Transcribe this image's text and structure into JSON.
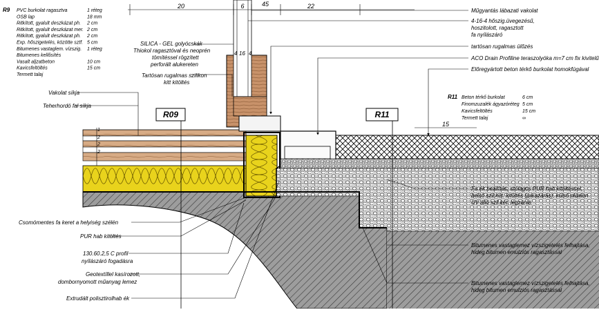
{
  "r9_legend": {
    "code": "R9",
    "rows": [
      {
        "name": "PVC burkolat ragasztva",
        "value": "1 réteg"
      },
      {
        "name": "OSB lap",
        "value": "18 mm"
      },
      {
        "name": "Ritkított, gyalult deszkázat ph.",
        "value": "2 cm"
      },
      {
        "name": "Ritkított, gyalult deszkázat mer.",
        "value": "2 cm"
      },
      {
        "name": "Ritkított, gyalult deszkázat ph.",
        "value": "2 cm"
      },
      {
        "name": "Exp. hőszigetelés, közötte sztf.",
        "value": "5 cm"
      },
      {
        "name": "Bitumenes vastaglem. vízszig.",
        "value": "1 réteg"
      },
      {
        "name": "Bitumenes kellősítés",
        "value": ""
      },
      {
        "name": "Vasalt aljzatbeton",
        "value": "10 cm"
      },
      {
        "name": "Kavicsfeltöltés",
        "value": "15 cm"
      },
      {
        "name": "Termett talaj",
        "value": ""
      }
    ]
  },
  "r11_legend": {
    "code": "R11",
    "rows": [
      {
        "name": "Beton térkő burkolat",
        "value": "6 cm"
      },
      {
        "name": "Finomzuzalék ágyazóréteg",
        "value": "5 cm"
      },
      {
        "name": "Kavicsfeltöltés",
        "value": "15 cm"
      },
      {
        "name": "Termett talaj",
        "value": "∞"
      }
    ]
  },
  "section_tags": {
    "r09": "R09",
    "r11": "R11"
  },
  "dimensions": {
    "d20": "20",
    "d6": "6",
    "d45": "45",
    "d22": "22",
    "d4a": "4",
    "d16": "16",
    "d4b": "4",
    "d15": "15",
    "d2a": "2",
    "d2b": "2",
    "d2c": "2",
    "d1": "1"
  },
  "labels": {
    "silica_gel": "SILICA - GEL golyócskák",
    "thiokol": "Thiokol ragasztóval és neoprén",
    "tomites": "tömítéssel rögzített",
    "perforalt": "perforált alukereten",
    "tartosan_szilikon": "Tartósan rugalmas szilikon",
    "kitt_kitoltes": "kitt kitöltés",
    "vakolat_sikja": "Vakolat síkja",
    "teherhordo": "Teherhordó fal síkja",
    "csomomentes": "Csomómentes fa keret a helyiség szélén",
    "pur_hab": "PUR hab kitöltés",
    "profil_130": "130.60.2,5 C profil",
    "nyilaszaro_fogadasra": "nyílászáró fogadásra",
    "geotextil": "Geotextíllel kasírozott,",
    "dombornyomott": "dombornyomott műanyag lemez",
    "extrudalt": "Extrudált polisztirolhab ék"
  },
  "right_labels": {
    "mugyantas": "Műgyantás lábazati vakolat",
    "uveg_1": "4-16-4 hőszig.üvegezésű,",
    "uveg_2": "hoszitolott, ragasztott",
    "uveg_3": "fa nyílászáró",
    "tartosan_ulo": "tartósan rugalmas ülőzés",
    "aco_drain": "ACO Drain Profiline teraszolyóka m=7 cm fix kivitelű",
    "eloregyartott": "Előregyártott beton térkő burkolat homokfúgával",
    "fa_ek_1": "Fa ék beállítás, utólagos PUR hab kitöltéssel,",
    "fa_ek_2": "belső szil.két. kitöltés (párazárás), külső oldalon",
    "fa_ek_3": "UV álló szil.két. légzárás",
    "bitumen_a_1": "Bitumenes vastaglemez vízszigetelés felhajtása,",
    "bitumen_a_2": "hideg bitumen emulziós ragasztással",
    "bitumen_b_1": "Bitumenes vastaglemez vízszigetelés felhajtása,",
    "bitumen_b_2": "hideg bitumen emulziós ragasztással"
  },
  "colors": {
    "insulation": "#e8d11a",
    "timber": "#c8926a",
    "ground": "#9a9a9a",
    "gravel": "#d9d9d9",
    "line": "#000000"
  }
}
